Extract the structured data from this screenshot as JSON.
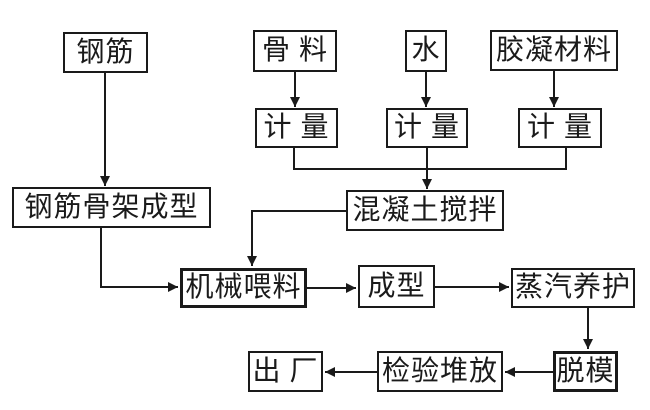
{
  "diagram": {
    "type": "flowchart",
    "background_color": "#ffffff",
    "line_color": "#1a1a1a",
    "nodes": {
      "rebar": {
        "label": "钢筋"
      },
      "aggregate": {
        "label": "骨 料"
      },
      "water": {
        "label": "水"
      },
      "binder": {
        "label": "胶凝材料"
      },
      "measure_aggregate": {
        "label": "计 量"
      },
      "measure_water": {
        "label": "计 量"
      },
      "measure_binder": {
        "label": "计 量"
      },
      "skeleton": {
        "label": "钢筋骨架成型"
      },
      "mixing": {
        "label": "混凝土搅拌"
      },
      "feeding": {
        "label": "机械喂料"
      },
      "forming": {
        "label": "成型"
      },
      "curing": {
        "label": "蒸汽养护"
      },
      "demolding": {
        "label": "脱模"
      },
      "inspection": {
        "label": "检验堆放"
      },
      "shipping": {
        "label": "出 厂"
      }
    },
    "edges": [
      {
        "from": "钢筋",
        "to": "钢筋骨架成型"
      },
      {
        "from": "骨 料",
        "to": "计 量"
      },
      {
        "from": "水",
        "to": "计 量"
      },
      {
        "from": "胶凝材料",
        "to": "计 量"
      },
      {
        "from": "计 量 (x3)",
        "to": "混凝土搅拌"
      },
      {
        "from": "混凝土搅拌",
        "to": "机械喂料"
      },
      {
        "from": "钢筋骨架成型",
        "to": "机械喂料"
      },
      {
        "from": "机械喂料",
        "to": "成型"
      },
      {
        "from": "成型",
        "to": "蒸汽养护"
      },
      {
        "from": "蒸汽养护",
        "to": "脱模"
      },
      {
        "from": "脱模",
        "to": "检验堆放"
      },
      {
        "from": "检验堆放",
        "to": "出 厂"
      }
    ]
  }
}
